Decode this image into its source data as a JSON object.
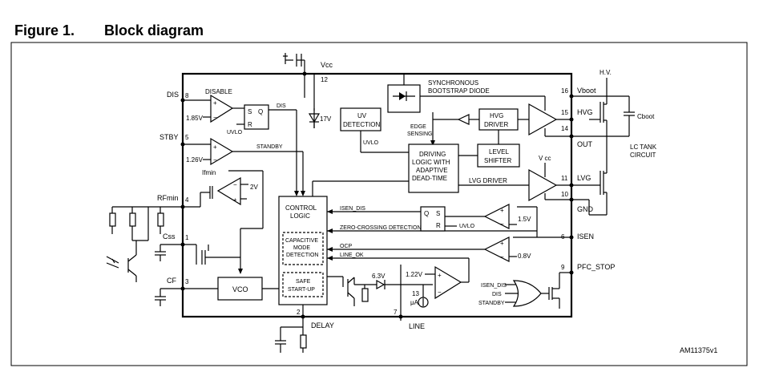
{
  "figure": {
    "number": "Figure 1.",
    "title": "Block diagram",
    "ref_code": "AM11375v1"
  },
  "pins": {
    "vcc": {
      "name": "Vcc",
      "num": "12"
    },
    "dis": {
      "name": "DIS",
      "num": "8"
    },
    "stby": {
      "name": "STBY",
      "num": "5"
    },
    "rfmin": {
      "name": "RFmin",
      "num": "4"
    },
    "css": {
      "name": "Css",
      "num": "1"
    },
    "cf": {
      "name": "CF",
      "num": "3"
    },
    "delay": {
      "name": "DELAY",
      "num": "2"
    },
    "line": {
      "name": "LINE",
      "num": "7"
    },
    "vboot": {
      "name": "Vboot",
      "num": "16"
    },
    "hvg": {
      "name": "HVG",
      "num": "15"
    },
    "out": {
      "name": "OUT",
      "num": "14"
    },
    "lvg": {
      "name": "LVG",
      "num": "11"
    },
    "gnd": {
      "name": "GND",
      "num": "10"
    },
    "isen": {
      "name": "ISEN",
      "num": "6"
    },
    "pfc_stop": {
      "name": "PFC_STOP",
      "num": "9"
    }
  },
  "blocks": {
    "control_logic": [
      "CONTROL",
      "LOGIC"
    ],
    "cap_mode": [
      "CAPACITIVE",
      "MODE",
      "DETECTION"
    ],
    "safe_start": [
      "SAFE",
      "START-UP"
    ],
    "vco": "VCO",
    "uv_detection": [
      "UV",
      "DETECTION"
    ],
    "driving_logic": [
      "DRIVING",
      "LOGIC WITH",
      "ADAPTIVE",
      "DEAD-TIME"
    ],
    "level_shifter": [
      "LEVEL",
      "SHIFTER"
    ],
    "hvg_driver": [
      "HVG",
      "DRIVER"
    ],
    "lvg_driver": "LVG DRIVER",
    "sync_diode": [
      "SYNCHRONOUS",
      "BOOTSTRAP DIODE"
    ],
    "edge_sensing": [
      "EDGE",
      "SENSING"
    ]
  },
  "labels": {
    "disable": "DISABLE",
    "ref_185": "1.85V",
    "ref_126": "1.26V",
    "sr_s": "S",
    "sr_q": "Q",
    "sr_r": "R",
    "uvlo": "UVLO",
    "dis_sig": "DIS",
    "standby_sig": "STANDBY",
    "ifmin": "Ifmin",
    "ref_2v": "2V",
    "zener_17v": "17V",
    "isen_dis": "ISEN_DIS",
    "ref_15v": "1.5V",
    "zero_cross": "ZERO-CROSSING DETECTION",
    "ocp": "OCP",
    "ref_08v": "0.8V",
    "line_ok": "LINE_OK",
    "ref_122v": "1.22V",
    "ref_63v": "6.3V",
    "current_13": "13",
    "current_ua": "μA",
    "vcc_small": "V cc",
    "hv": "H.V.",
    "cboot": "Cboot",
    "lc_tank": [
      "LC TANK",
      "CIRCUIT"
    ],
    "or_isen_dis": "ISEN_DIS",
    "or_dis": "DIS",
    "or_standby": "STANDBY"
  }
}
